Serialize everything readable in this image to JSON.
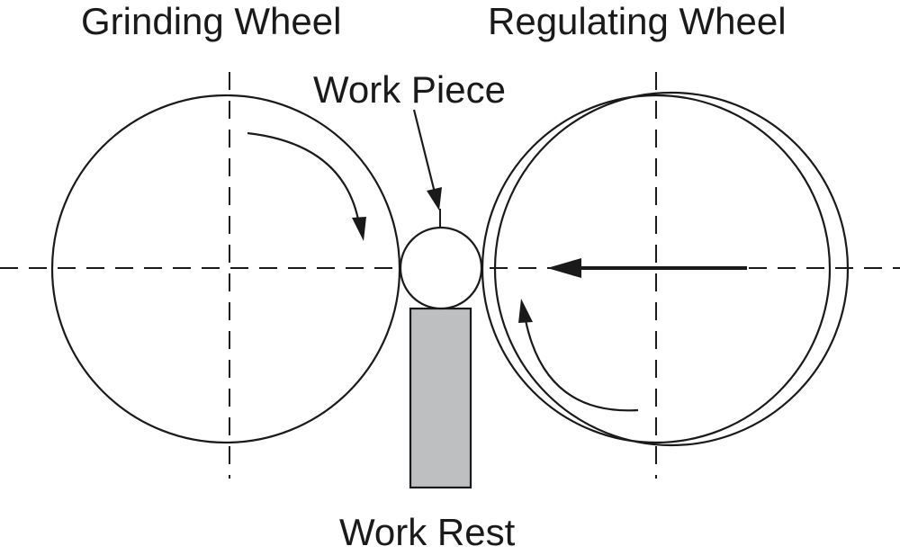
{
  "labels": {
    "grinding_wheel": "Grinding Wheel",
    "regulating_wheel": "Regulating Wheel",
    "work_piece": "Work Piece",
    "work_rest": "Work Rest"
  },
  "colors": {
    "line": "#1a1a1a",
    "work_rest_fill": "#bebfc1",
    "background": "#ffffff"
  }
}
